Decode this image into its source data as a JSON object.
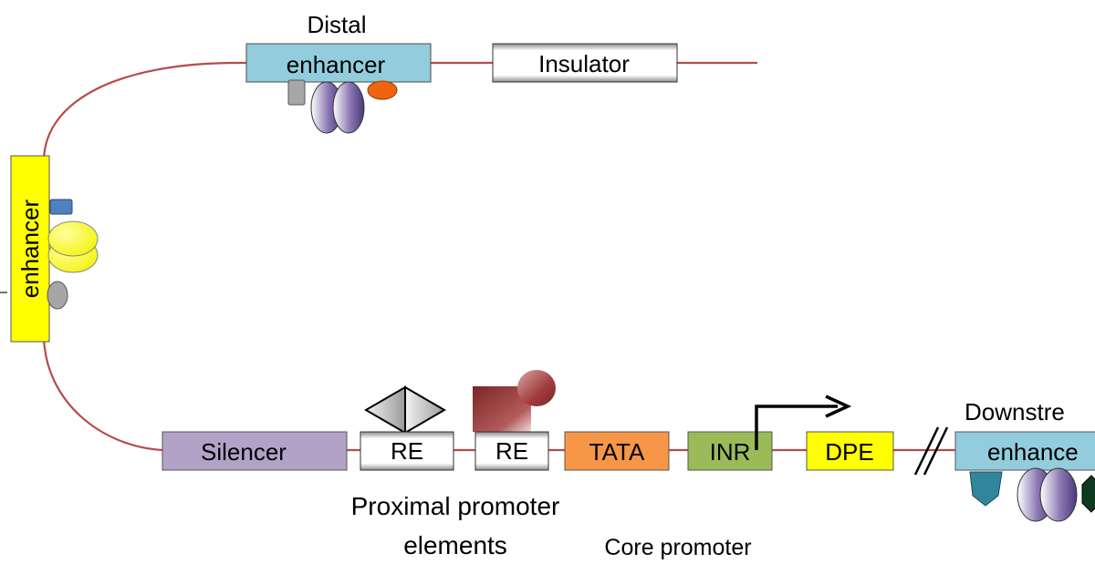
{
  "labels": {
    "distal_title": "Distal",
    "distal_box": "enhancer",
    "insulator": "Insulator",
    "side_enhancer": "enhancer",
    "silencer": "Silencer",
    "re1": "RE",
    "re2": "RE",
    "tata": "TATA",
    "inr": "INR",
    "dpe": "DPE",
    "downstream_title": "Downstre",
    "downstream_box": "enhance",
    "proximal_line1": "Proximal promoter",
    "proximal_line2": "elements",
    "core_promoter": "Core promoter"
  },
  "colors": {
    "dna": "#b84a4a",
    "enhancer_blue": "#93cddd",
    "enhancer_yellow": "#ffff00",
    "silencer": "#b3a2c7",
    "tata": "#f79646",
    "inr": "#9bbb59",
    "dpe": "#ffff00",
    "protein_purple": "#6e5a96",
    "protein_orange": "#f0640f",
    "protein_gray": "#a6a6a6",
    "protein_blue": "#4f81bd",
    "protein_yellow": "#ffff00",
    "protein_teal": "#31859c",
    "protein_darkgreen": "#0e3b1f",
    "protein_maroon": "#953735"
  }
}
